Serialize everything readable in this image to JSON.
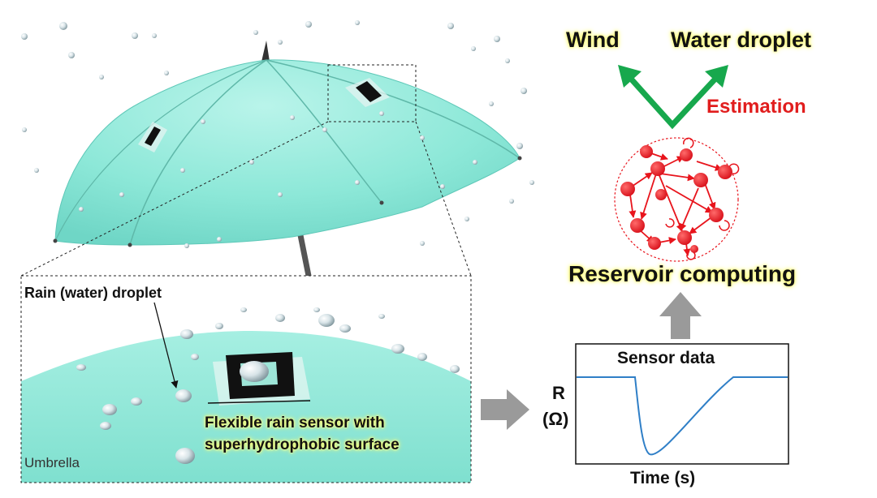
{
  "labels": {
    "wind": "Wind",
    "water_droplet": "Water droplet",
    "estimation": "Estimation",
    "reservoir_computing": "Reservoir computing",
    "sensor_data": "Sensor data",
    "r_axis": "R",
    "r_unit": "(Ω)",
    "time_axis": "Time (s)",
    "rain_droplet": "Rain (water) droplet",
    "sensor_line1": "Flexible rain sensor with",
    "sensor_line2": "superhydrophobic surface",
    "umbrella": "Umbrella"
  },
  "colors": {
    "umbrella_fill": "#8de8d8",
    "reservoir_node": "#e8141c",
    "estimation_arrow": "#17a84d",
    "flow_arrow": "#9a9a9a",
    "signal_line": "#2f7fc7",
    "label_glow": "#ffff66"
  },
  "icons": [
    "umbrella-illustration",
    "rain-sensor-icon",
    "reservoir-network-icon"
  ]
}
